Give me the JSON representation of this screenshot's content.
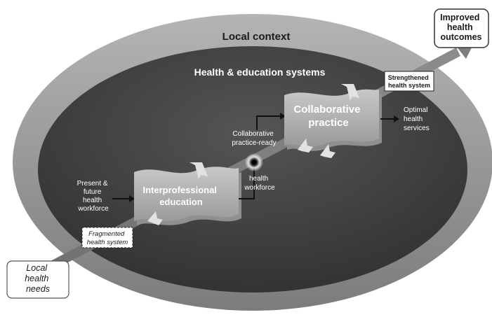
{
  "outer_ring": {
    "title": "Local context"
  },
  "inner_area": {
    "title": "Health & education systems"
  },
  "local_health_needs": {
    "lines": [
      "Local",
      "health",
      "needs"
    ]
  },
  "improved_outcomes": {
    "lines": [
      "Improved",
      "health",
      "outcomes"
    ]
  },
  "strengthened_system": {
    "lines": [
      "Strengthened",
      "health system"
    ]
  },
  "fragmented_system": {
    "lines": [
      "Fragmented",
      "health system"
    ]
  },
  "present_future_workforce": {
    "lines": [
      "Present &",
      "future",
      "health",
      "workforce"
    ]
  },
  "interprofessional_education": {
    "lines": [
      "Interprofessional",
      "education"
    ]
  },
  "collaborative_practice": {
    "lines": [
      "Collaborative",
      "practice"
    ]
  },
  "cp_ready_workforce": {
    "top_lines": [
      "Collaborative",
      "practice-ready"
    ],
    "bottom_lines": [
      "health",
      "workforce"
    ]
  },
  "optimal_services": {
    "lines": [
      "Optimal",
      "health",
      "services"
    ]
  },
  "colors": {
    "outer_ring": "#9a9a9a",
    "inner_area": "#3a3a3a",
    "banner": "#b8b8b8",
    "banner_dark": "#8a8a8a",
    "main_arrow": "#7e7e7e",
    "small_arrow": "#e0e0e0"
  }
}
